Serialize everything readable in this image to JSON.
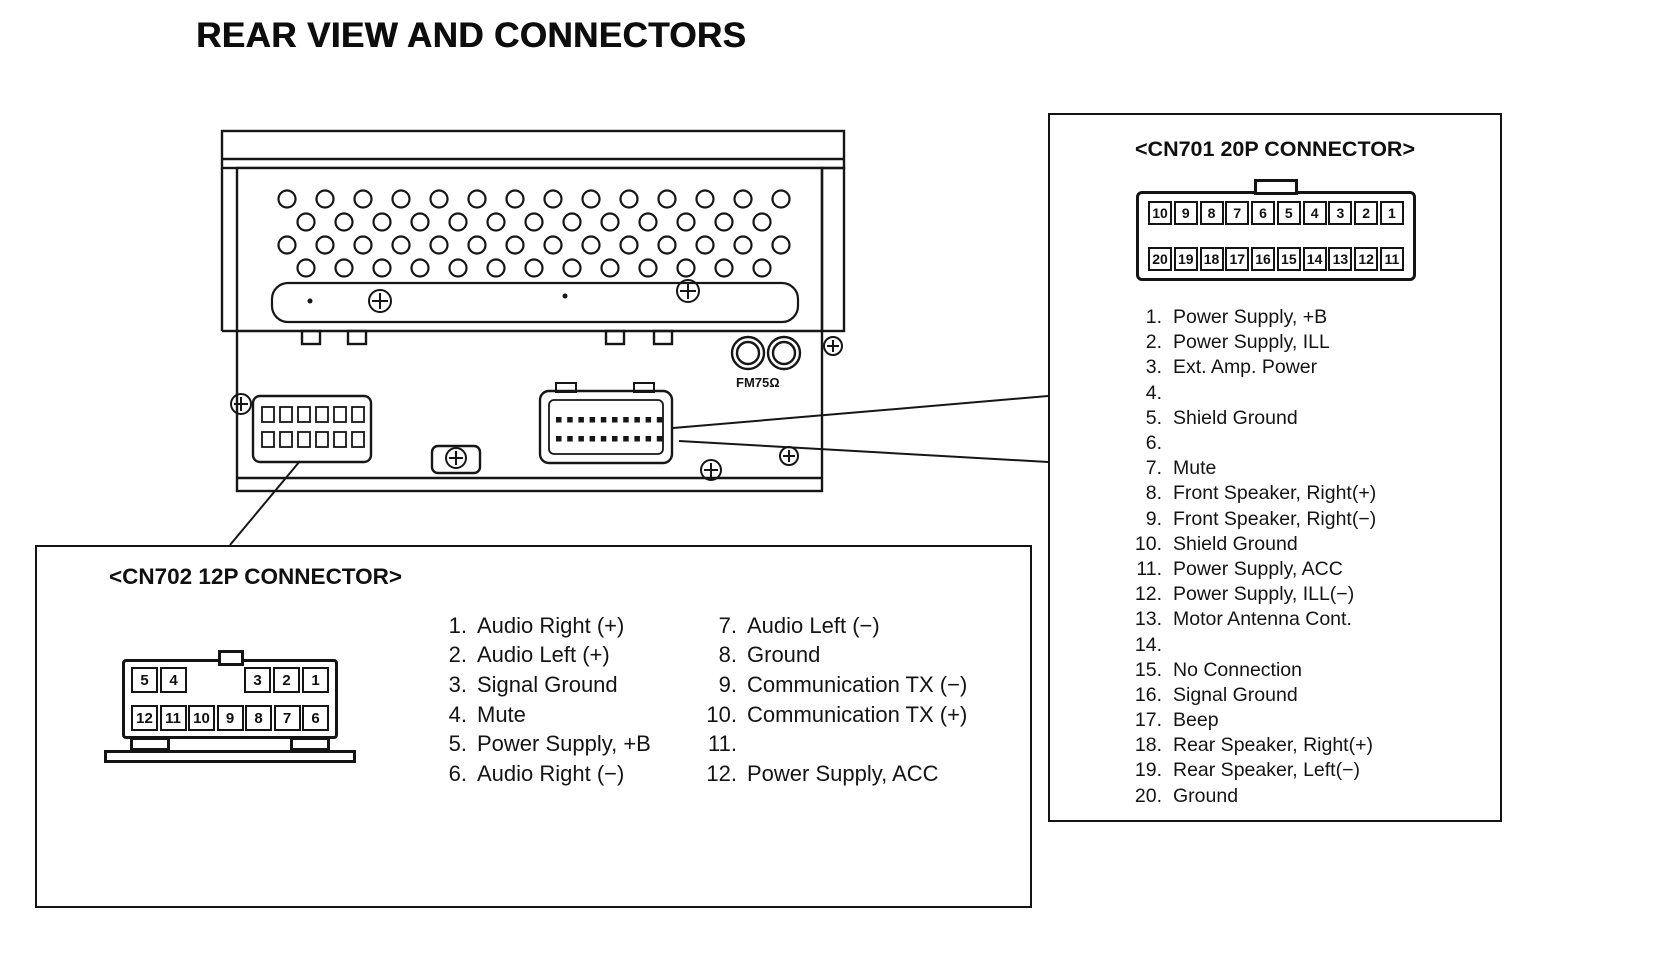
{
  "page": {
    "title": "REAR VIEW AND CONNECTORS"
  },
  "rear_view": {
    "rf_label": "FM75Ω"
  },
  "cn701": {
    "title": "<CN701 20P CONNECTOR>",
    "pin_numbers_top": [
      "10",
      "9",
      "8",
      "7",
      "6",
      "5",
      "4",
      "3",
      "2",
      "1"
    ],
    "pin_numbers_bottom": [
      "20",
      "19",
      "18",
      "17",
      "16",
      "15",
      "14",
      "13",
      "12",
      "11"
    ],
    "pins": [
      {
        "num": "1.",
        "label": "Power Supply, +B"
      },
      {
        "num": "2.",
        "label": "Power Supply, ILL"
      },
      {
        "num": "3.",
        "label": "Ext. Amp. Power"
      },
      {
        "num": "4.",
        "label": ""
      },
      {
        "num": "5.",
        "label": "Shield Ground"
      },
      {
        "num": "6.",
        "label": ""
      },
      {
        "num": "7.",
        "label": "Mute"
      },
      {
        "num": "8.",
        "label": "Front Speaker, Right(+)"
      },
      {
        "num": "9.",
        "label": "Front Speaker, Right(−)"
      },
      {
        "num": "10.",
        "label": "Shield Ground"
      },
      {
        "num": "11.",
        "label": "Power Supply, ACC"
      },
      {
        "num": "12.",
        "label": "Power Supply, ILL(−)"
      },
      {
        "num": "13.",
        "label": "Motor Antenna Cont."
      },
      {
        "num": "14.",
        "label": ""
      },
      {
        "num": "15.",
        "label": "No Connection"
      },
      {
        "num": "16.",
        "label": "Signal Ground"
      },
      {
        "num": "17.",
        "label": "Beep"
      },
      {
        "num": "18.",
        "label": "Rear Speaker, Right(+)"
      },
      {
        "num": "19.",
        "label": "Rear Speaker, Left(−)"
      },
      {
        "num": "20.",
        "label": "Ground"
      }
    ]
  },
  "cn702": {
    "title": "<CN702 12P CONNECTOR>",
    "pin_numbers_top_left": [
      "5",
      "4"
    ],
    "pin_numbers_top_right": [
      "3",
      "2",
      "1"
    ],
    "pin_numbers_bottom": [
      "12",
      "11",
      "10",
      "9",
      "8",
      "7",
      "6"
    ],
    "pins_left": [
      {
        "num": "1.",
        "label": "Audio Right (+)"
      },
      {
        "num": "2.",
        "label": "Audio Left (+)"
      },
      {
        "num": "3.",
        "label": "Signal Ground"
      },
      {
        "num": "4.",
        "label": "Mute"
      },
      {
        "num": "5.",
        "label": "Power Supply, +B"
      },
      {
        "num": "6.",
        "label": "Audio Right (−)"
      }
    ],
    "pins_right": [
      {
        "num": "7.",
        "label": "Audio Left (−)"
      },
      {
        "num": "8.",
        "label": "Ground"
      },
      {
        "num": "9.",
        "label": "Communication TX (−)"
      },
      {
        "num": "10.",
        "label": "Communication TX (+)"
      },
      {
        "num": "11.",
        "label": ""
      },
      {
        "num": "12.",
        "label": "Power Supply, ACC"
      }
    ]
  }
}
